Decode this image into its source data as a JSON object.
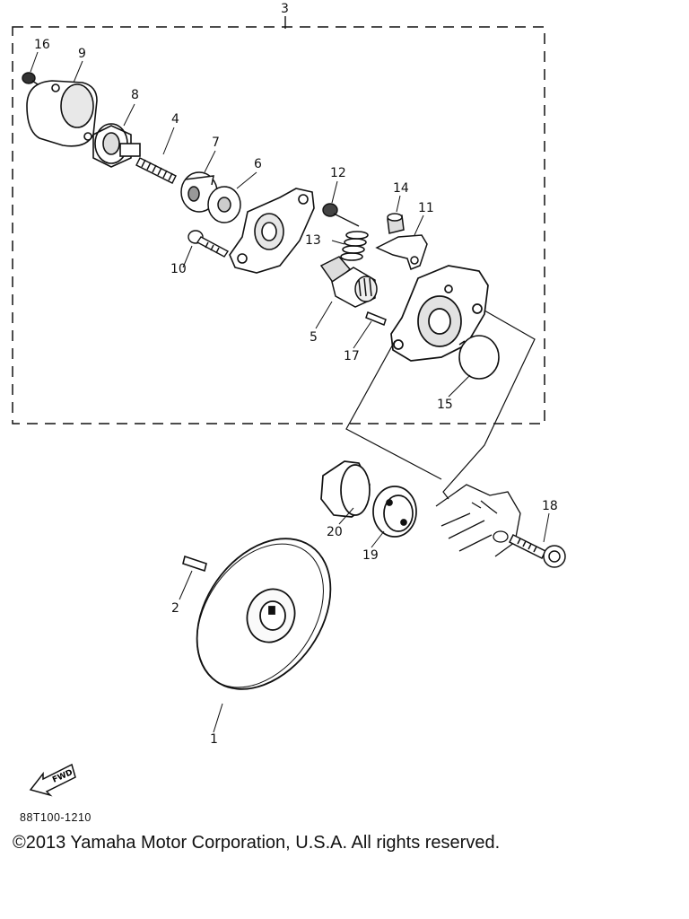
{
  "diagram": {
    "callouts": {
      "c1": "1",
      "c2": "2",
      "c3": "3",
      "c4": "4",
      "c5": "5",
      "c6": "6",
      "c7": "7",
      "c8": "8",
      "c9": "9",
      "c10": "10",
      "c11": "11",
      "c12": "12",
      "c13": "13",
      "c14": "14",
      "c15": "15",
      "c16": "16",
      "c17": "17",
      "c18": "18",
      "c19": "19",
      "c20": "20"
    },
    "fwd_label": "FWD"
  },
  "footer": {
    "drawing_id": "88T100-1210",
    "copyright": "©2013 Yamaha Motor Corporation, U.S.A. All rights reserved."
  }
}
